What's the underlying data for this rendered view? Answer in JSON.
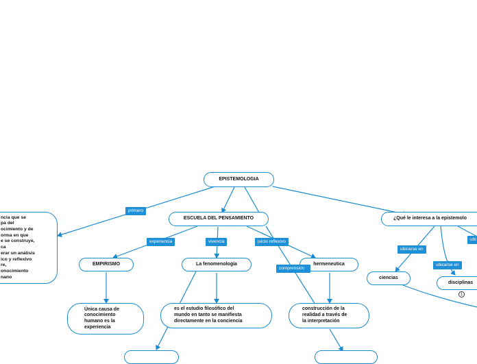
{
  "nodes": {
    "epistemologia": "EPISTEMOLOGIA",
    "escuela": "ESCUELA DEL PENSAMIENTO",
    "que_interesa": "¿Qué le interesa a la epistemolo",
    "left_def": "ncia que se\npa del\nocimiento y de\norma en que\ne se construye,\nca\nerar un análisis\nico y reflexivo\nre,\nonocimiento\nnano",
    "empirismo": "EMPIRISMO",
    "fenomenologia": "La fenomenología",
    "hermeneutica": "hermeneutica",
    "unica_causa": "Única causa de\nconocimiento\nhumano es la\nexperiencia",
    "estudio": "es el estudio filosófico del\nmundo en tanto se manifiesta\ndirectamente en la conciencia",
    "construccion": "construcción de la\nrealidad a través de\nla interpretación",
    "ciencias": "ciencias",
    "disciplinas": "disciplinas"
  },
  "tags": {
    "primero": "primero",
    "experiencia": "experiencia",
    "vivencia": "vivencia",
    "juicio_reflexivo": "juicio reflexivo",
    "comprension": "comprensión",
    "ubicarse_en_1": "ubicarse en",
    "ubicarse_en_2": "ubicarse en",
    "ubi": "ubi"
  },
  "badge": "1",
  "colors": {
    "line": "#1a8bd0",
    "tag_bg": "#1e90d8"
  }
}
